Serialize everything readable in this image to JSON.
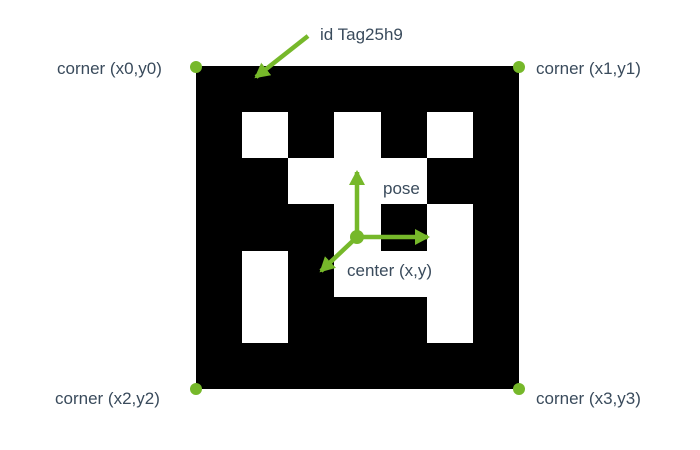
{
  "colors": {
    "accent_green": "#76b82a",
    "tag_black": "#000000",
    "tag_white": "#ffffff",
    "label_text": "#3a4b5c",
    "background": "#ffffff"
  },
  "labels": {
    "id": "id Tag25h9",
    "pose": "pose",
    "center": "center (x,y)",
    "corner_tl": "corner (x0,y0)",
    "corner_tr": "corner (x1,y1)",
    "corner_bl": "corner (x2,y2)",
    "corner_br": "corner (x3,y3)"
  },
  "tag": {
    "family": "Tag25h9",
    "grid_size": 7,
    "grid": [
      "0000000",
      "0101010",
      "0011100",
      "0001010",
      "0101110",
      "0100010",
      "0000000"
    ]
  }
}
